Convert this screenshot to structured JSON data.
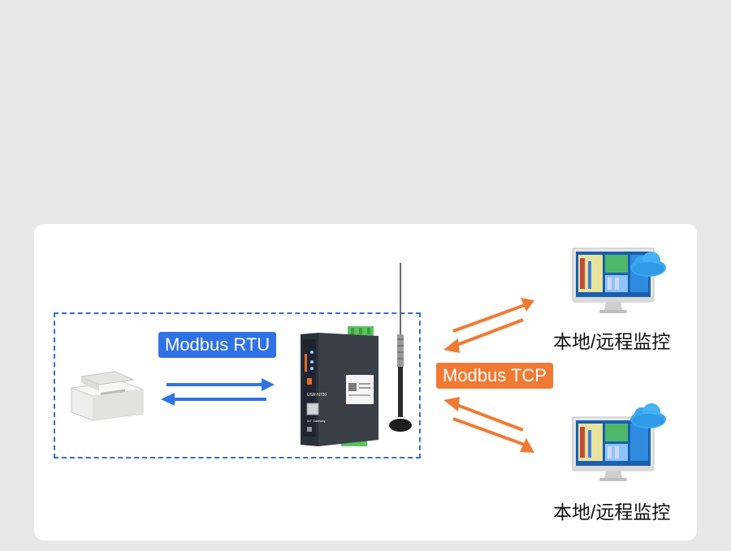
{
  "diagram": {
    "protocol_left": "Modbus RTU",
    "protocol_right": "Modbus TCP",
    "monitor_top_label": "本地/远程监控",
    "monitor_bottom_label": "本地/远程监控",
    "gateway_model_text": "USR-N720",
    "gateway_sub_text": "IoT Gateway",
    "colors": {
      "background": "#e8e8e8",
      "card": "#ffffff",
      "rtu_blue": "#2f72e6",
      "tcp_orange": "#f07a33",
      "gateway_body": "#3a3f47",
      "cloud": "#3aa6f0"
    },
    "icons": [
      "printer-icon",
      "gateway-icon",
      "antenna-icon",
      "monitor-icon",
      "cloud-icon"
    ]
  }
}
